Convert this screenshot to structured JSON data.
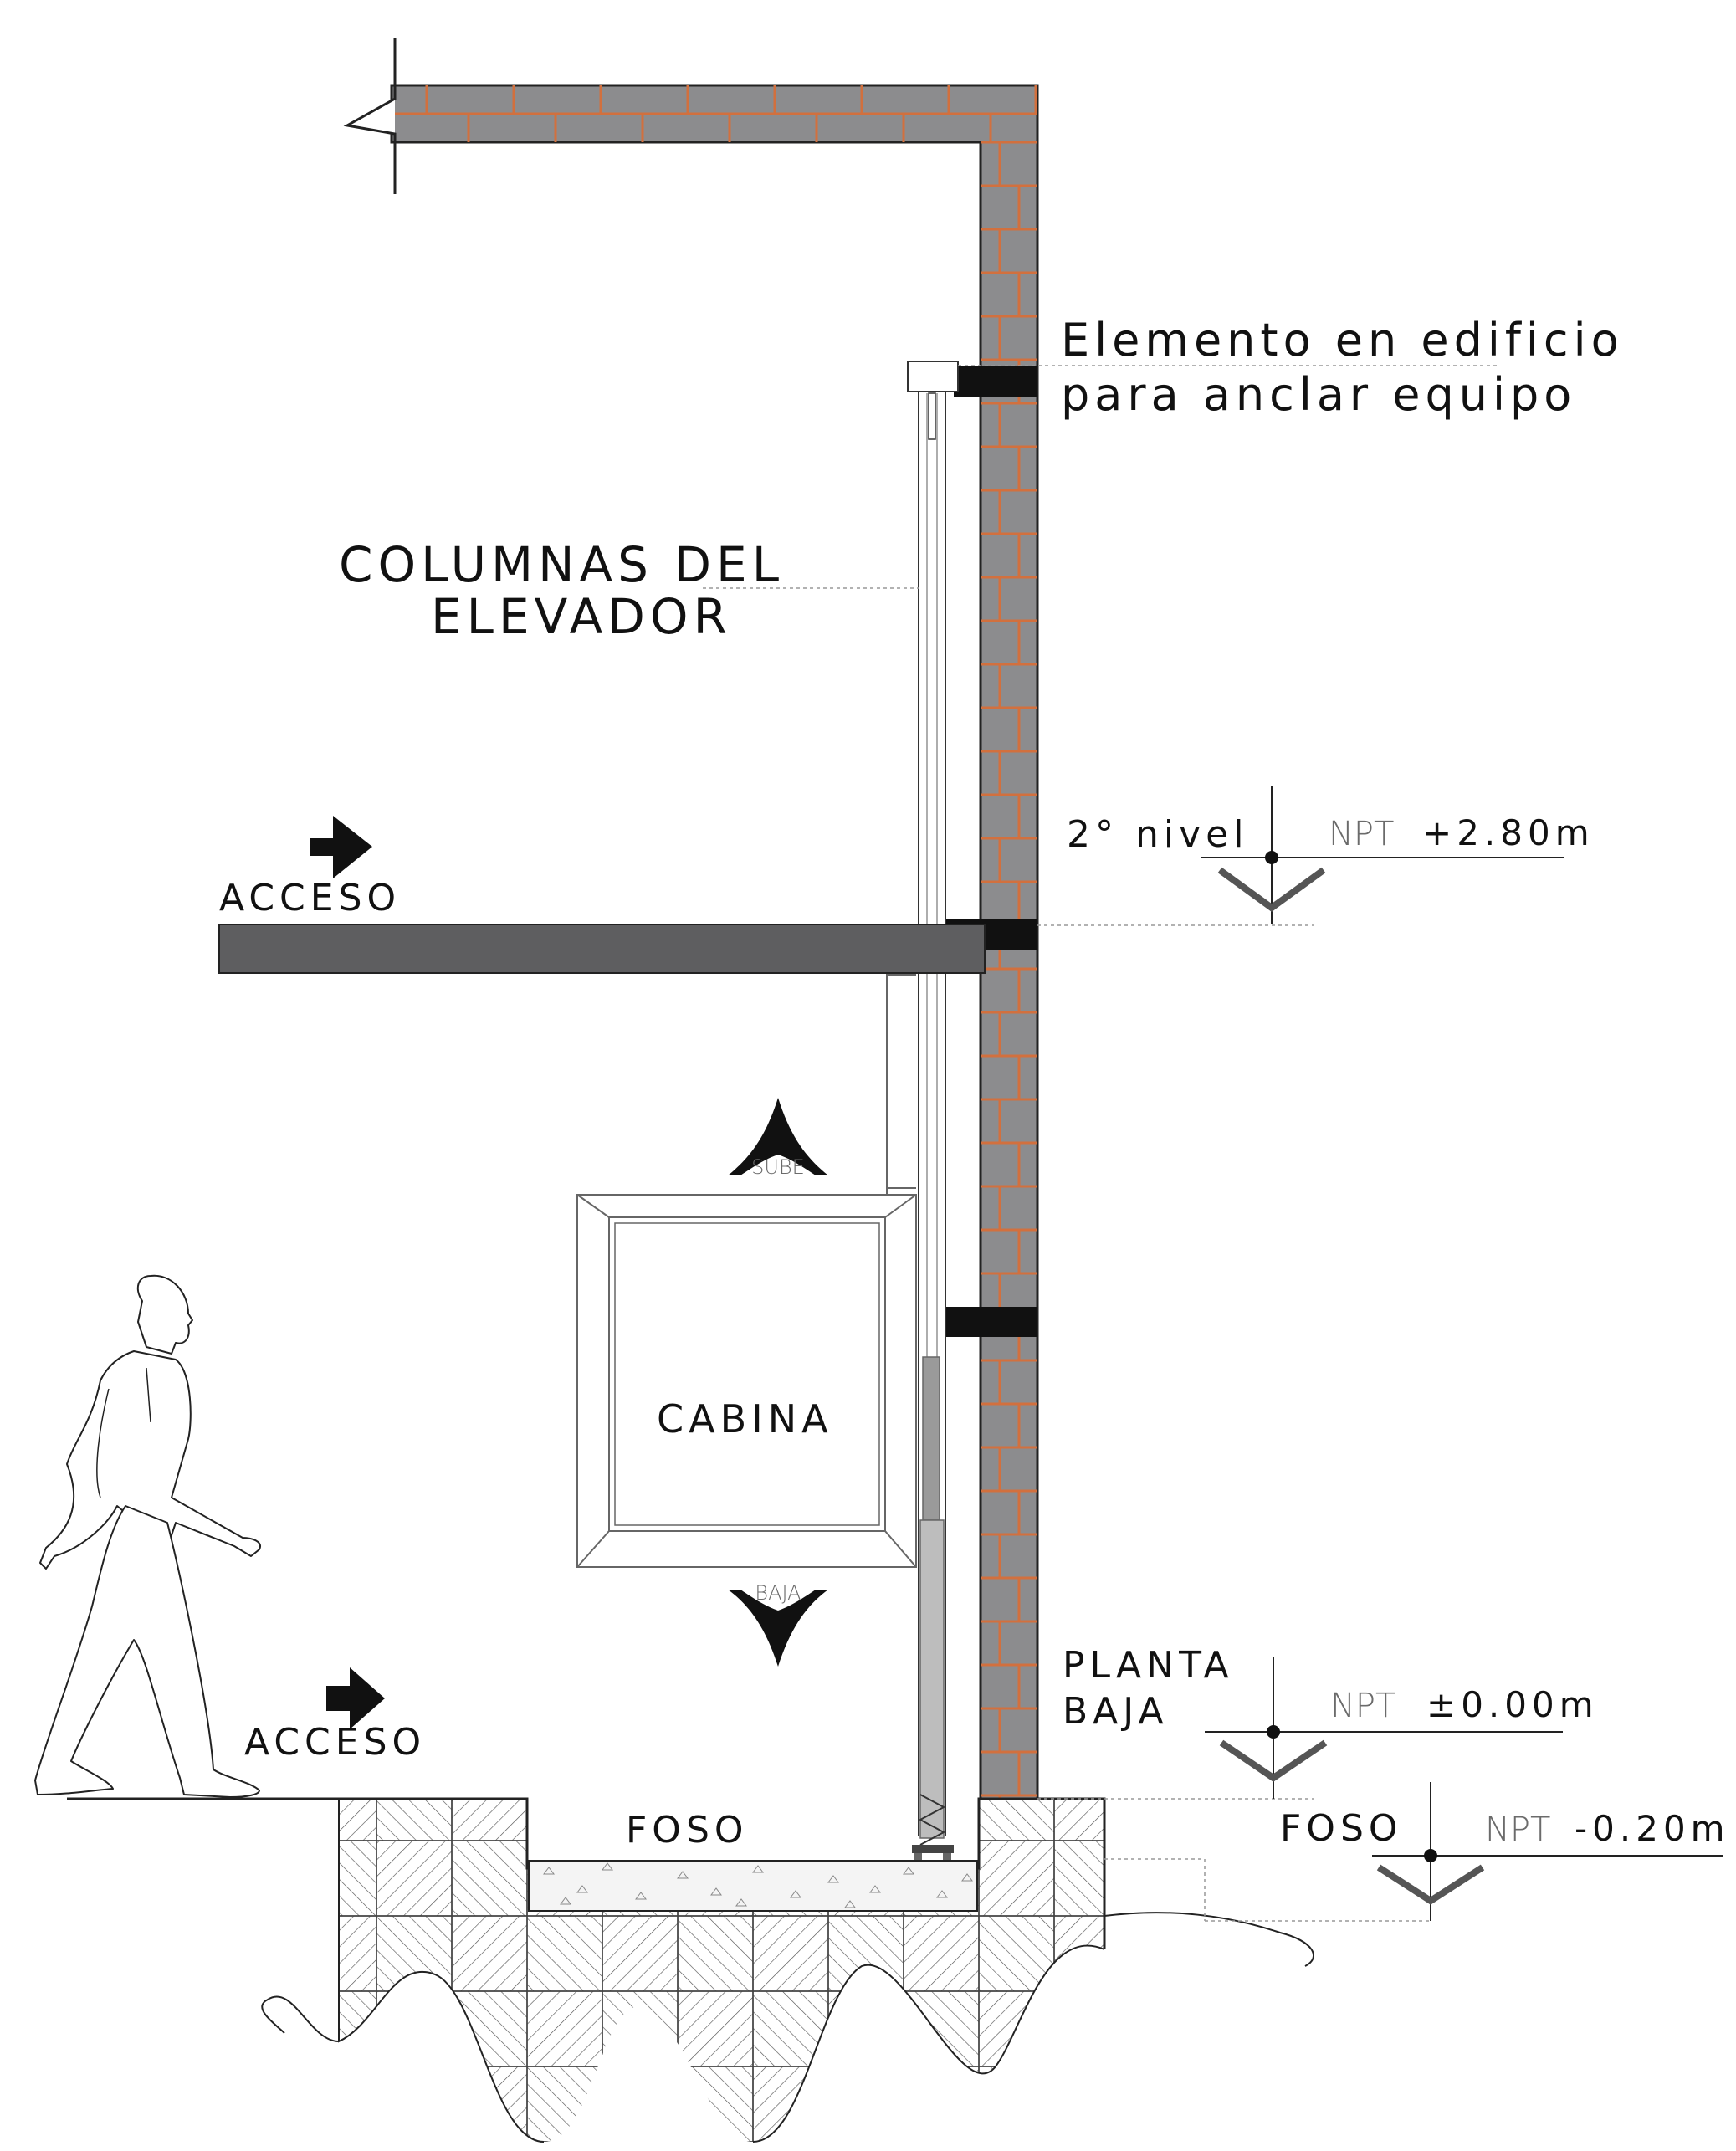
{
  "labels": {
    "anchor_line1": "Elemento en edificio",
    "anchor_line2": "para anclar equipo",
    "columns_line1": "COLUMNAS DEL",
    "columns_line2": "ELEVADOR",
    "level2": "2° nivel",
    "level2_npt_prefix": "NPT",
    "level2_npt_value": "+2.80m",
    "access_upper": "ACCESO",
    "access_lower": "ACCESO",
    "cabin": "CABINA",
    "up": "SUBE",
    "down": "BAJA",
    "ground_line1": "PLANTA",
    "ground_line2": "BAJA",
    "ground_npt_prefix": "NPT",
    "ground_npt_value": "±0.00m",
    "pit": "FOSO",
    "pit_level": "FOSO",
    "pit_npt_prefix": "NPT",
    "pit_npt_value": "-0.20m"
  },
  "colors": {
    "wall_fill": "#8c8c8e",
    "brick_mortar": "#d2703e",
    "slab_fill": "#5e5e60",
    "anchor_fill": "#111111",
    "soil_hatch": "#444444"
  }
}
